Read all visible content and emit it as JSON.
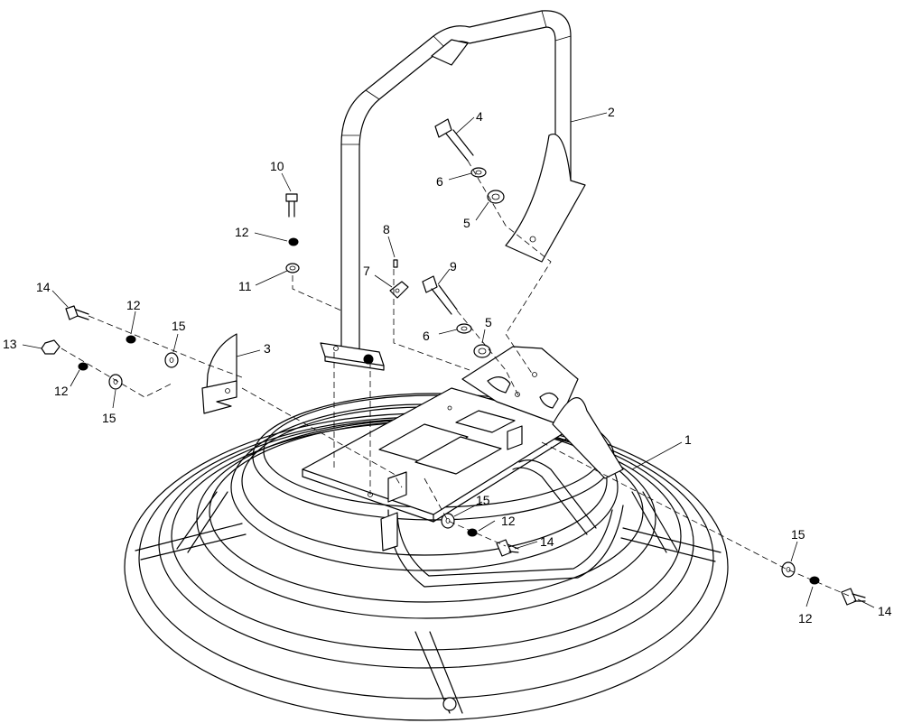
{
  "callouts": [
    {
      "id": "c-1",
      "text": "1"
    },
    {
      "id": "c-2",
      "text": "2"
    },
    {
      "id": "c-3",
      "text": "3"
    },
    {
      "id": "c-4",
      "text": "4"
    },
    {
      "id": "c-5a",
      "text": "5"
    },
    {
      "id": "c-5b",
      "text": "5"
    },
    {
      "id": "c-6a",
      "text": "6"
    },
    {
      "id": "c-6b",
      "text": "6"
    },
    {
      "id": "c-7",
      "text": "7"
    },
    {
      "id": "c-8",
      "text": "8"
    },
    {
      "id": "c-9",
      "text": "9"
    },
    {
      "id": "c-10",
      "text": "10"
    },
    {
      "id": "c-11",
      "text": "11"
    },
    {
      "id": "c-12a",
      "text": "12"
    },
    {
      "id": "c-12b",
      "text": "12"
    },
    {
      "id": "c-12c",
      "text": "12"
    },
    {
      "id": "c-12d",
      "text": "12"
    },
    {
      "id": "c-12e",
      "text": "12"
    },
    {
      "id": "c-13",
      "text": "13"
    },
    {
      "id": "c-14a",
      "text": "14"
    },
    {
      "id": "c-14b",
      "text": "14"
    },
    {
      "id": "c-14c",
      "text": "14"
    },
    {
      "id": "c-15a",
      "text": "15"
    },
    {
      "id": "c-15b",
      "text": "15"
    },
    {
      "id": "c-15c",
      "text": "15"
    },
    {
      "id": "c-15d",
      "text": "15"
    }
  ]
}
